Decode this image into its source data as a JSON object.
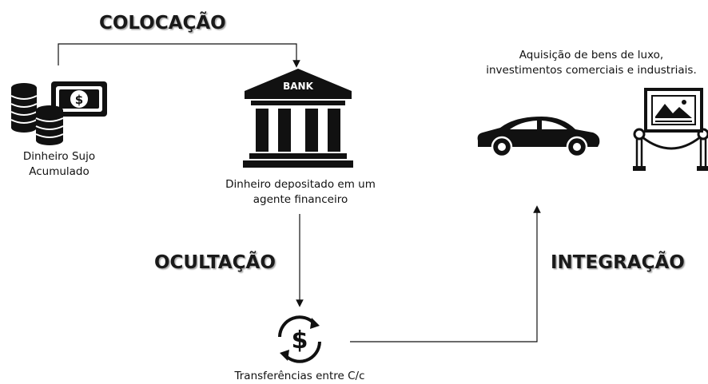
{
  "stages": {
    "colocacao": "COLOCAÇÃO",
    "ocultacao": "OCULTAÇÃO",
    "integracao": "INTEGRAÇÃO"
  },
  "nodes": {
    "dirty_money": {
      "line1": "Dinheiro Sujo",
      "line2": "Acumulado",
      "icon": "coins-cash-icon"
    },
    "bank": {
      "line1": "Dinheiro depositado em um",
      "line2": "agente financeiro",
      "icon": "bank-icon",
      "sign": "BANK"
    },
    "transfers": {
      "line1": "Transferências entre C/c",
      "icon": "dollar-exchange-icon"
    },
    "luxury": {
      "line1": "Aquisição de bens de luxo,",
      "line2": "investimentos comerciais e industriais.",
      "icons": [
        "car-icon",
        "art-gallery-icon"
      ]
    }
  },
  "colors": {
    "stroke": "#111111",
    "icon": "#111111",
    "background": "#ffffff"
  }
}
